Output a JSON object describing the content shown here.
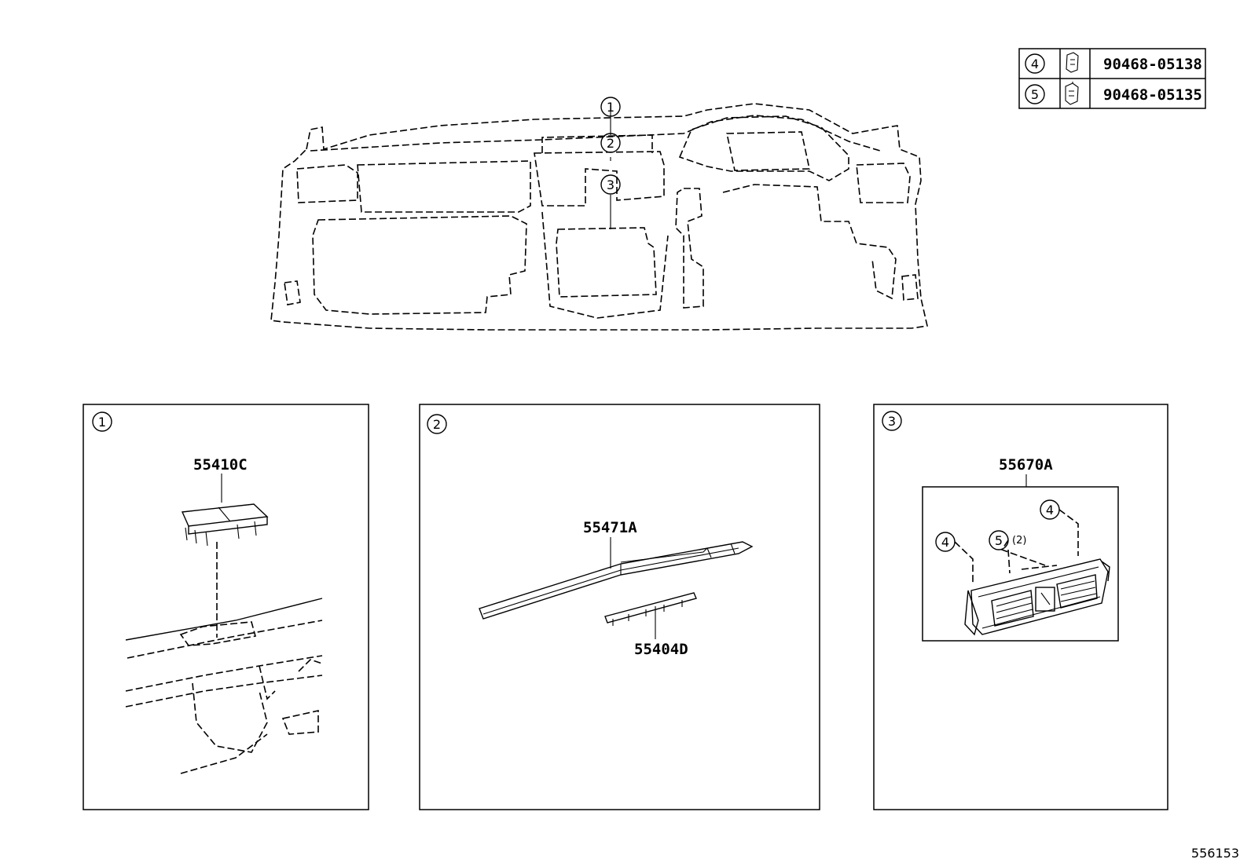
{
  "legend": {
    "rows": [
      {
        "ref": "4",
        "part": "90468-05138"
      },
      {
        "ref": "5",
        "part": "90468-05135"
      }
    ]
  },
  "overview": {
    "callouts": [
      "1",
      "2",
      "3"
    ]
  },
  "panels": [
    {
      "ref": "1",
      "parts": [
        "55410C"
      ]
    },
    {
      "ref": "2",
      "parts": [
        "55471A",
        "55404D"
      ]
    },
    {
      "ref": "3",
      "parts": [
        "55670A"
      ],
      "callouts": [
        "4",
        "4",
        "5"
      ],
      "qty_note": "(2)"
    }
  ],
  "diagram_id": "556153"
}
